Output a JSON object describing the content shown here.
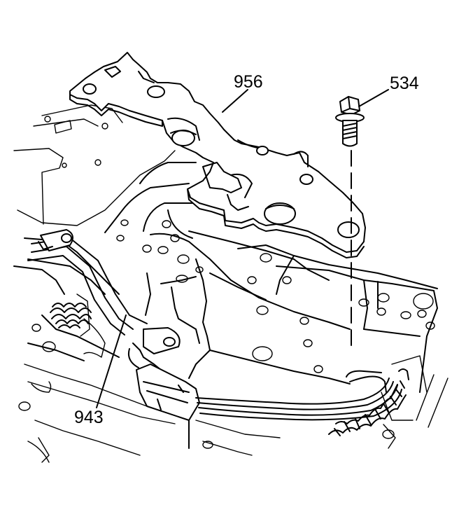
{
  "callouts": {
    "valve_body_plate": "956",
    "bolt": "534",
    "wiring_harness": "943"
  },
  "icons": {
    "bolt": "hex-flange-bolt-icon",
    "plate": "accumulator-cover-plate-icon",
    "harness": "wiring-harness-icon",
    "spring": "coil-spring-icon"
  }
}
